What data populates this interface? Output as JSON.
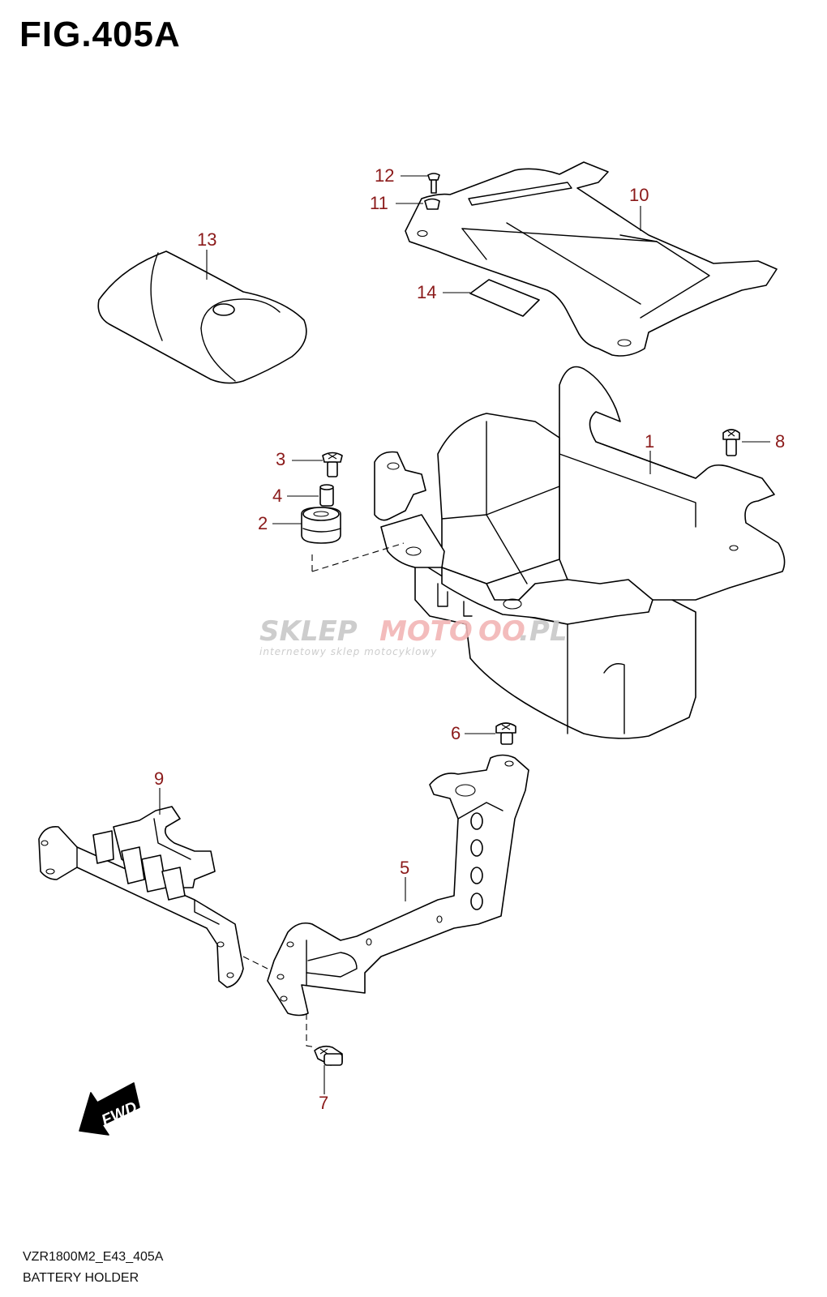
{
  "figure": {
    "title": "FIG.405A",
    "code": "VZR1800M2_E43_405A",
    "name": "BATTERY HOLDER"
  },
  "watermark": {
    "brand_part1": "SKLEP",
    "brand_part2": "MOTO",
    "brand_part3": "OO",
    "brand_part4": ".PL",
    "tagline": "internetowy sklep motocyklowy"
  },
  "fwd_label": "FWD",
  "callouts": [
    {
      "id": "1",
      "label": "1"
    },
    {
      "id": "2",
      "label": "2"
    },
    {
      "id": "3",
      "label": "3"
    },
    {
      "id": "4",
      "label": "4"
    },
    {
      "id": "5",
      "label": "5"
    },
    {
      "id": "6",
      "label": "6"
    },
    {
      "id": "7",
      "label": "7"
    },
    {
      "id": "8",
      "label": "8"
    },
    {
      "id": "9",
      "label": "9"
    },
    {
      "id": "10",
      "label": "10"
    },
    {
      "id": "11",
      "label": "11"
    },
    {
      "id": "12",
      "label": "12"
    },
    {
      "id": "13",
      "label": "13"
    },
    {
      "id": "14",
      "label": "14"
    }
  ],
  "colors": {
    "callout": "#8b1a1a",
    "line": "#000000",
    "watermark_gray": "#c8c8c8",
    "watermark_red": "#f2b5b5"
  }
}
